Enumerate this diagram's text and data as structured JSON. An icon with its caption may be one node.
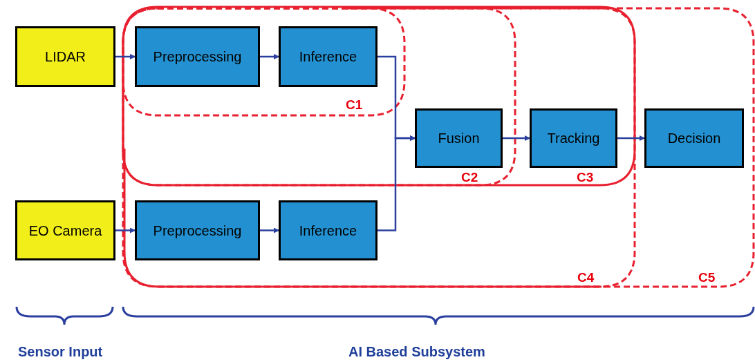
{
  "diagram": {
    "nodes": [
      {
        "text": [
          "LIDAR"
        ]
      },
      {
        "text": [
          "Preprocessing"
        ]
      },
      {
        "text": [
          "Inference"
        ]
      },
      {
        "text": [
          "Fusion"
        ]
      },
      {
        "text": [
          "Tracking"
        ]
      },
      {
        "text": [
          "Decision"
        ]
      },
      {
        "text": [
          "EO Camera"
        ]
      },
      {
        "text": [
          "Preprocessing"
        ]
      },
      {
        "text": [
          "Inference"
        ]
      }
    ],
    "edges": [
      {
        "from": 0,
        "to": 1,
        "arrow": "to"
      },
      {
        "from": 1,
        "to": 2,
        "arrow": "to"
      },
      {
        "from": 2,
        "to": 3,
        "arrow": "to"
      },
      {
        "from": 3,
        "to": 4,
        "arrow": "to"
      },
      {
        "from": 4,
        "to": 5,
        "arrow": "to"
      },
      {
        "from": 6,
        "to": 7,
        "arrow": "to"
      },
      {
        "from": 7,
        "to": 8,
        "arrow": "to"
      },
      {
        "from": 8,
        "to": 3,
        "arrow": "to"
      }
    ],
    "labels": [
      "C1",
      "C2",
      "C3",
      "C4",
      "C5",
      "Sensor Input",
      "AI Based Subsystem"
    ]
  }
}
